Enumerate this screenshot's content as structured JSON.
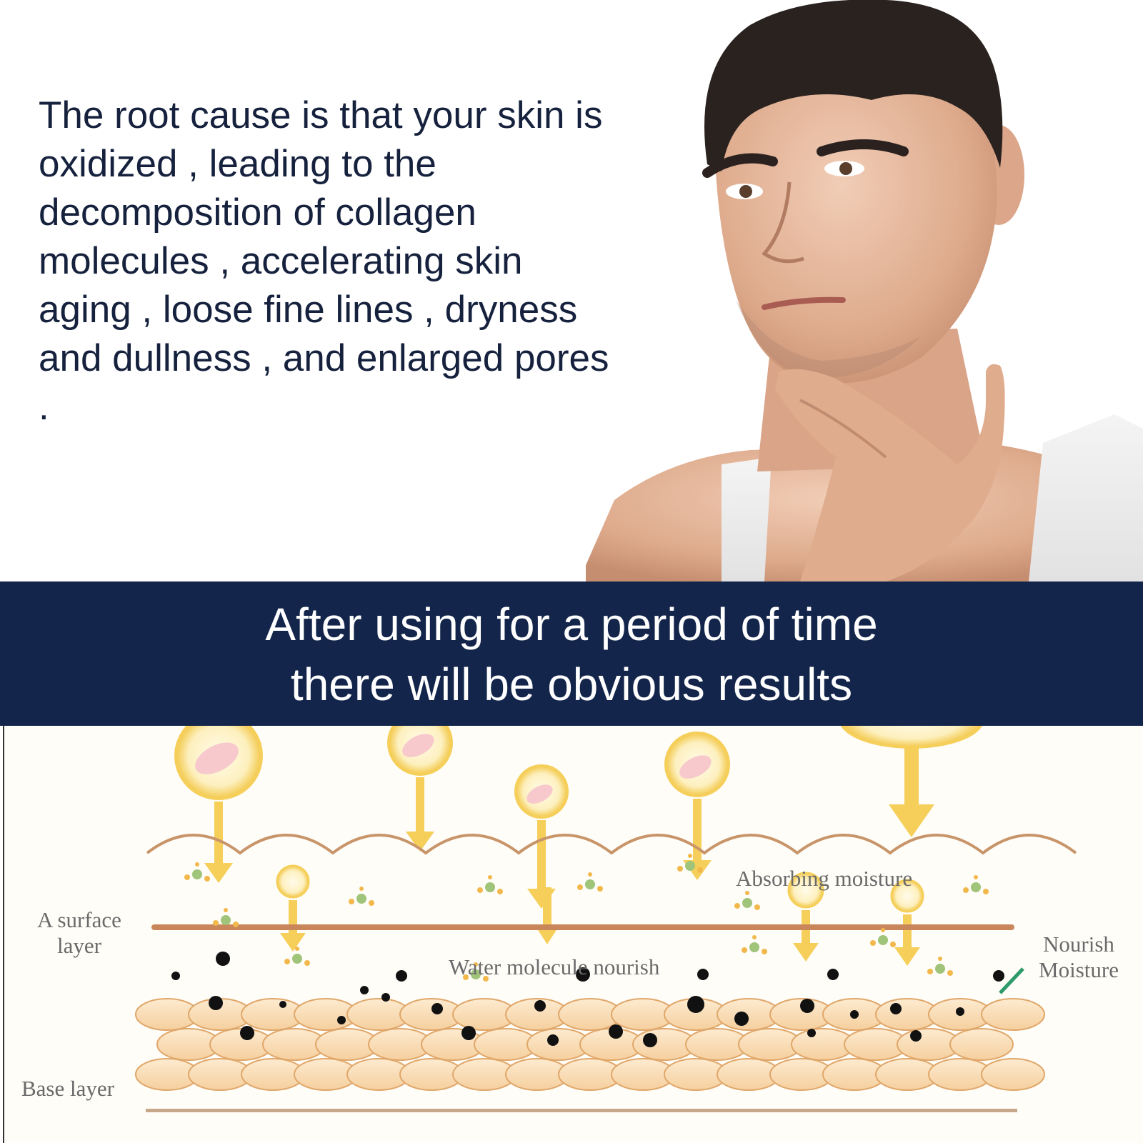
{
  "intro": {
    "text": "The root cause is that your skin is oxidized , leading to the decomposition of collagen molecules , accelerating skin aging , loose fine lines , dryness and dullness , and enlarged pores ."
  },
  "banner": {
    "line1": "After using for a period of time",
    "line2": "there will be obvious results"
  },
  "diagram": {
    "labels": {
      "surface_layer": "A surface layer",
      "base_layer": "Base layer",
      "absorbing_moisture": "Absorbing moisture",
      "water_molecule": "Water molecule nourish",
      "nourish_moisture": "Nourish Moisture"
    }
  },
  "colors": {
    "navy": "#13254a",
    "text_dark": "#15213d",
    "capsule_yellow": "#f5cf5a",
    "cell_fill": "#f8dcb4",
    "cell_stroke": "#e0a76a",
    "membrane": "#c8956a"
  }
}
